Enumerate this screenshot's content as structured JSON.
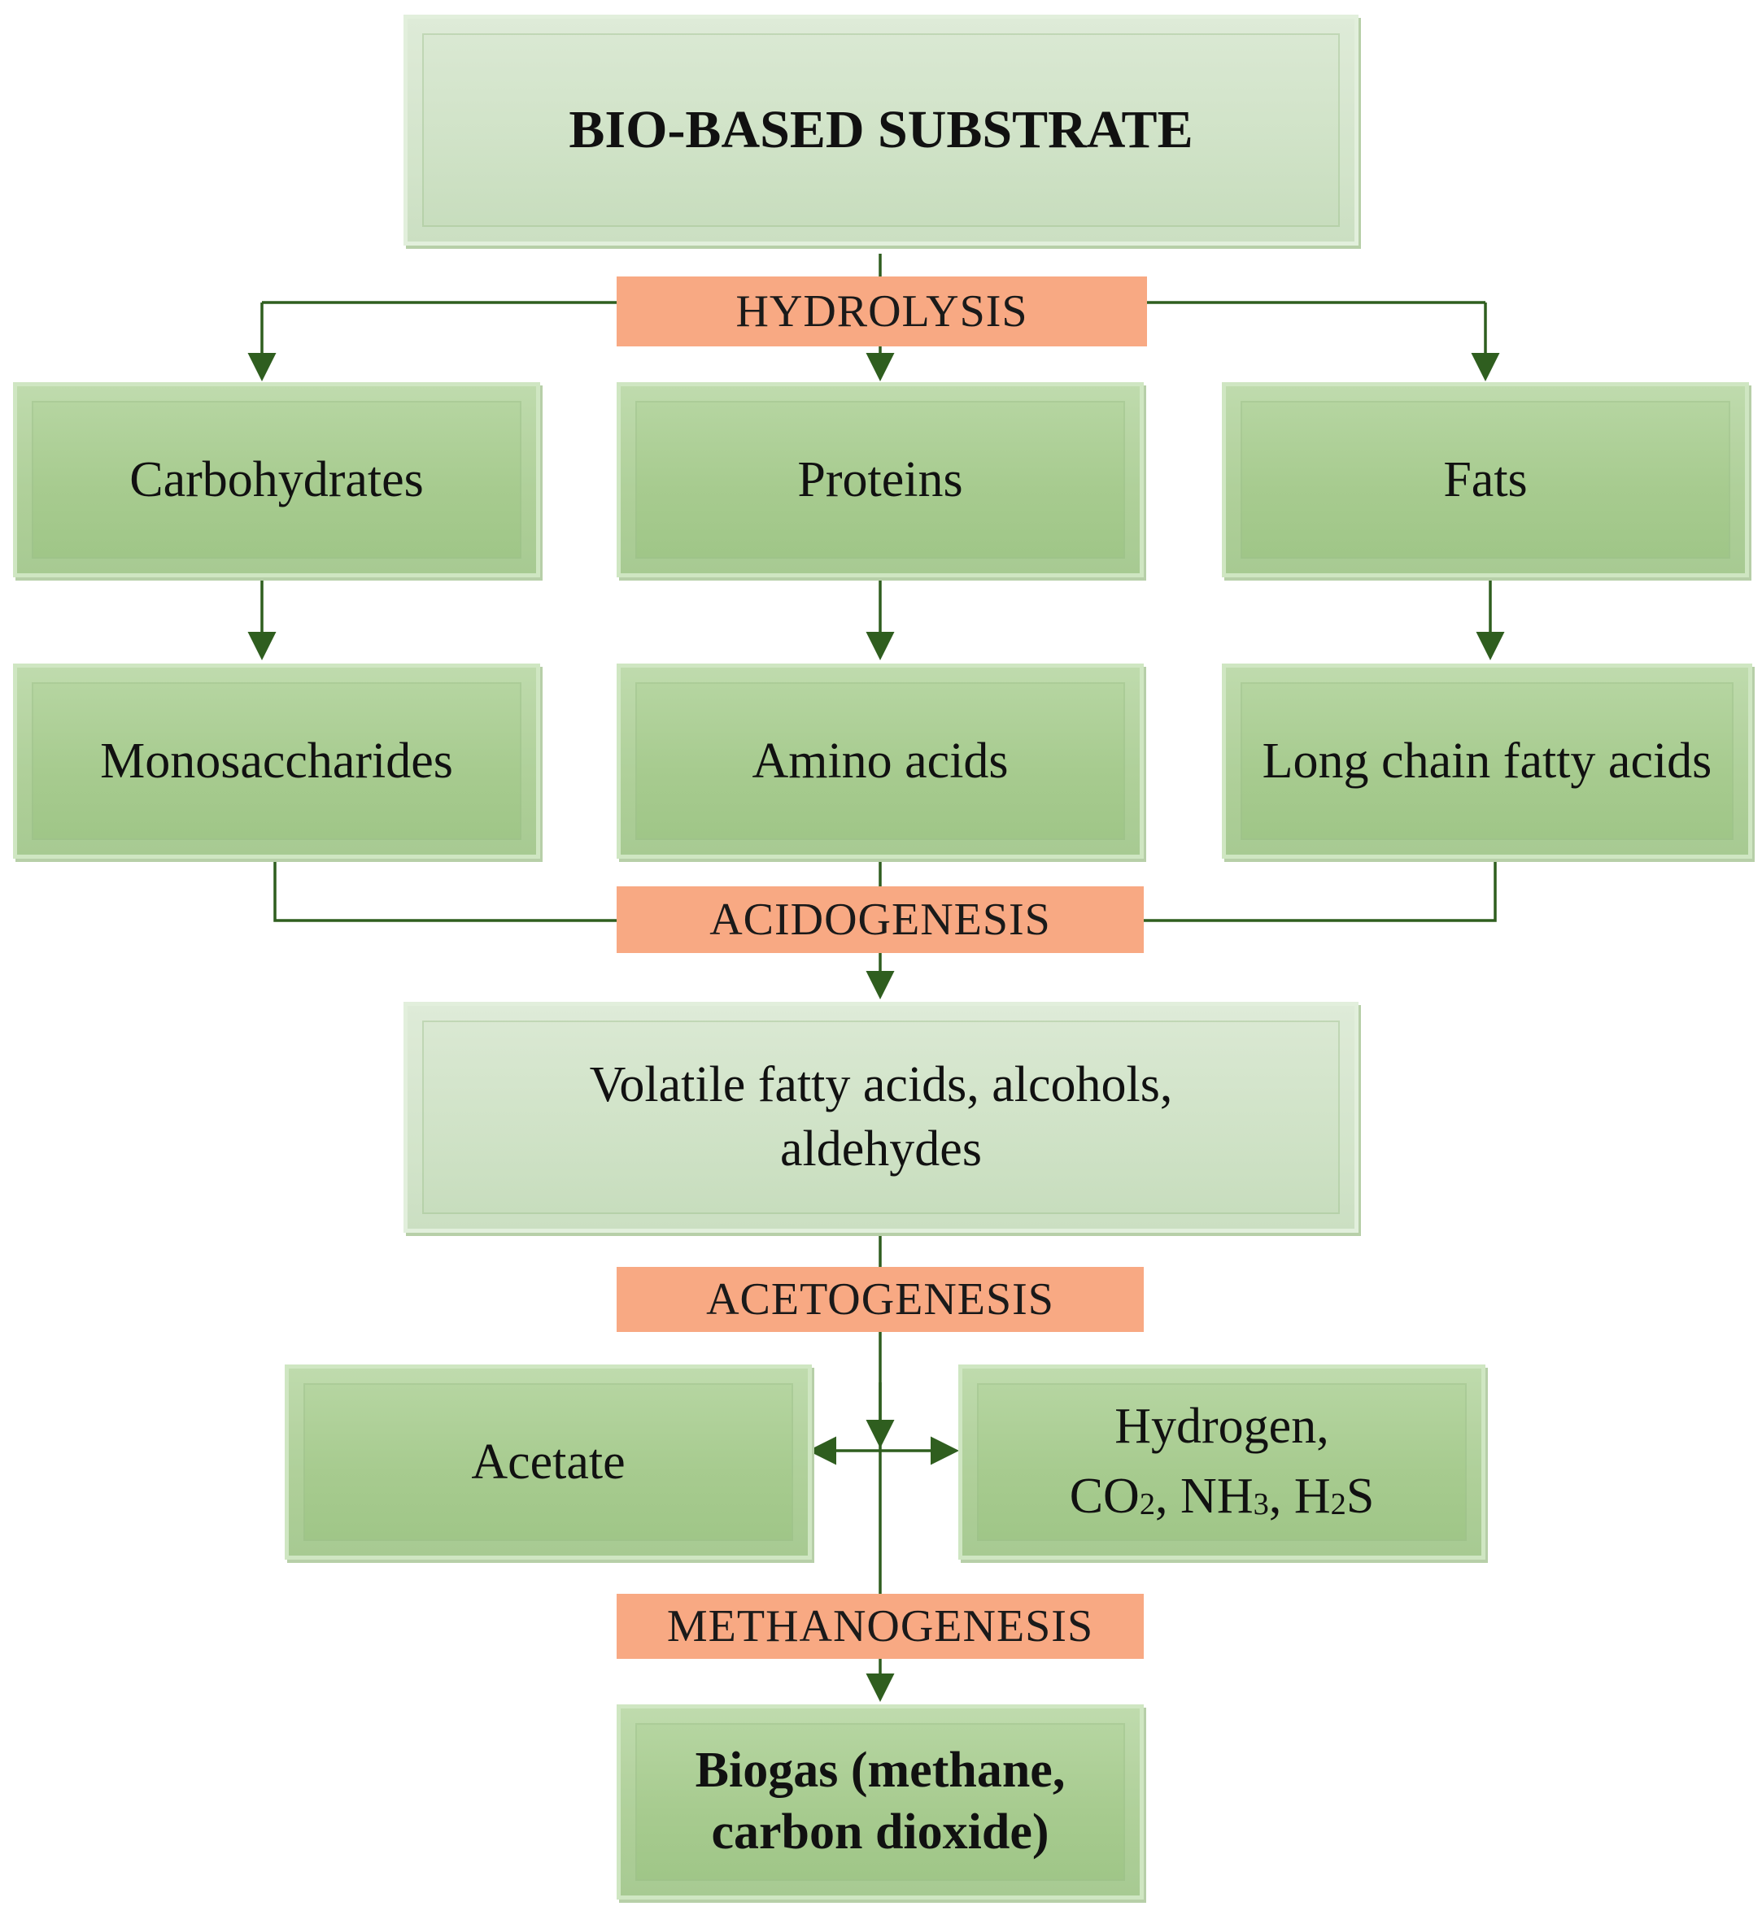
{
  "nodes": {
    "substrate": "BIO-BASED SUBSTRATE",
    "carbohydrates": "Carbohydrates",
    "proteins": "Proteins",
    "fats": "Fats",
    "monosaccharides": "Monosaccharides",
    "amino_acids": "Amino acids",
    "lcfa": "Long chain fatty acids",
    "vfa_line1": "Volatile fatty acids, alcohols,",
    "vfa_line2": "aldehydes",
    "acetate": "Acetate",
    "hydrogen_line1": "Hydrogen,",
    "hydrogen_co": "CO",
    "hydrogen_co_sub": "2",
    "hydrogen_nh": ", NH",
    "hydrogen_nh_sub": "3",
    "hydrogen_h": ", H",
    "hydrogen_h_sub": "2",
    "hydrogen_s": "S",
    "biogas_line1": "Biogas (methane,",
    "biogas_line2": "carbon dioxide)"
  },
  "stages": {
    "hydrolysis": "HYDROLYSIS",
    "acidogenesis": "ACIDOGENESIS",
    "acetogenesis": "ACETOGENESIS",
    "methanogenesis": "METHANOGENESIS"
  },
  "colors": {
    "box_dark": "#a9cc92",
    "box_light": "#d3e5cb",
    "stage_label": "#f8a983",
    "connector": "#2f5e1f"
  }
}
